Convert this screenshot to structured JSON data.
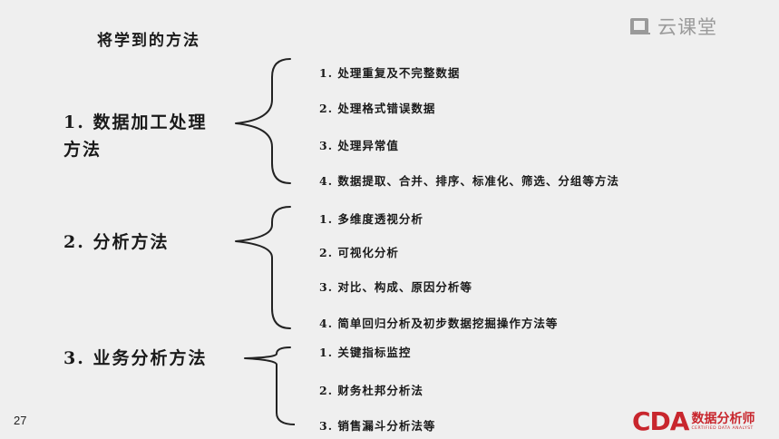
{
  "slide": {
    "title": "将学到的方法",
    "brand": "云课堂",
    "page_number": "27",
    "logo": {
      "mark": "CDA",
      "cn": "数据分析师",
      "en": "CERTIFIED DATA ANALYST"
    },
    "sections": [
      {
        "label_line1": "1. 数据加工处理",
        "label_line2": "方法",
        "items": [
          "1. 处理重复及不完整数据",
          "2. 处理格式错误数据",
          "3. 处理异常值",
          "4. 数据提取、合并、排序、标准化、筛选、分组等方法"
        ]
      },
      {
        "label_line1": "2. 分析方法",
        "items": [
          "1. 多维度透视分析",
          "2. 可视化分析",
          "3. 对比、构成、原因分析等",
          "4. 简单回归分析及初步数据挖掘操作方法等"
        ]
      },
      {
        "label_line1": "3. 业务分析方法",
        "items": [
          "1. 关键指标监控",
          "2. 财务杜邦分析法",
          "3. 销售漏斗分析法等"
        ]
      }
    ]
  }
}
